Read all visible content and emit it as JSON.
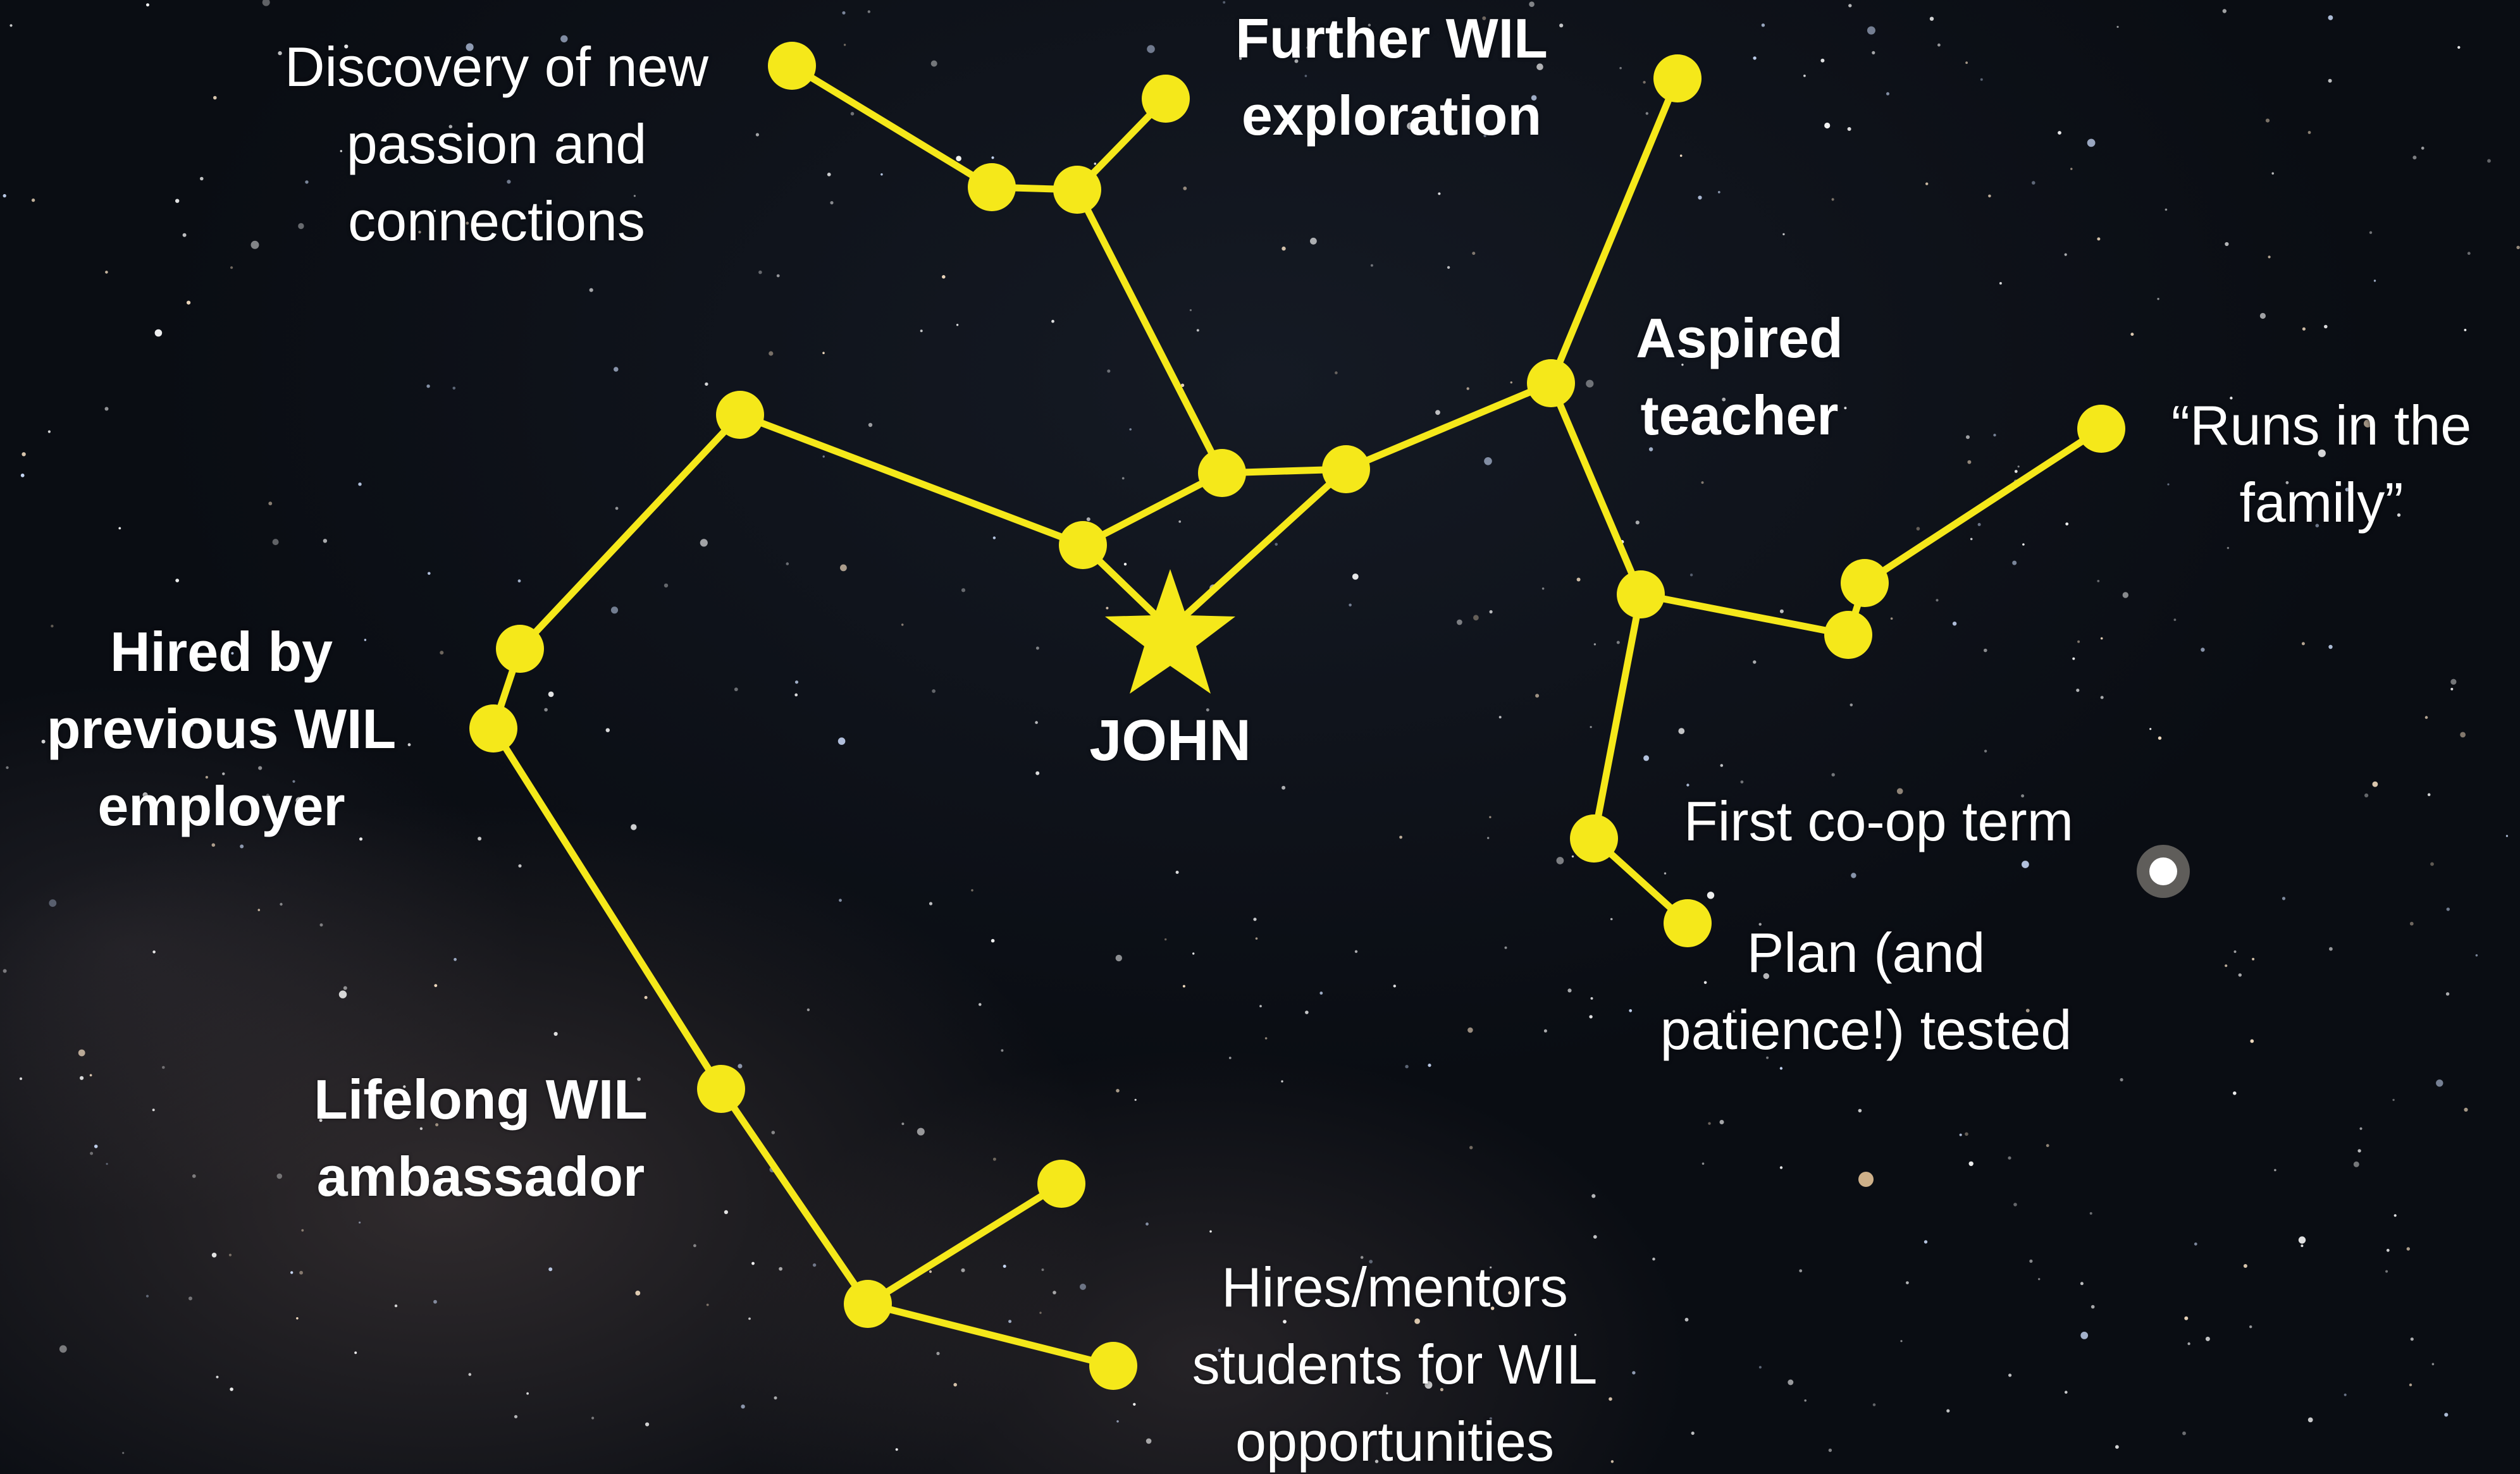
{
  "colors": {
    "constellation": "#f5e81a",
    "label": "#ffffff",
    "planet": "#fff3e0"
  },
  "center": {
    "name": "JOHN",
    "icon": "star-icon"
  },
  "labels": {
    "discovery": [
      "Discovery of new",
      "passion and",
      "connections"
    ],
    "further_wil": [
      "Further WIL",
      "exploration"
    ],
    "aspired": [
      "Aspired",
      "teacher"
    ],
    "runs_in_family": [
      "“Runs in the",
      "family”"
    ],
    "hired_by": [
      "Hired by",
      "previous WIL",
      "employer"
    ],
    "first_coop": [
      "First co-op term"
    ],
    "plan_tested": [
      "Plan (and",
      "patience!) tested"
    ],
    "lifelong": [
      "Lifelong WIL",
      "ambassador"
    ],
    "hires_mentors": [
      "Hires/mentors",
      "students for WIL",
      "opportunities"
    ]
  }
}
